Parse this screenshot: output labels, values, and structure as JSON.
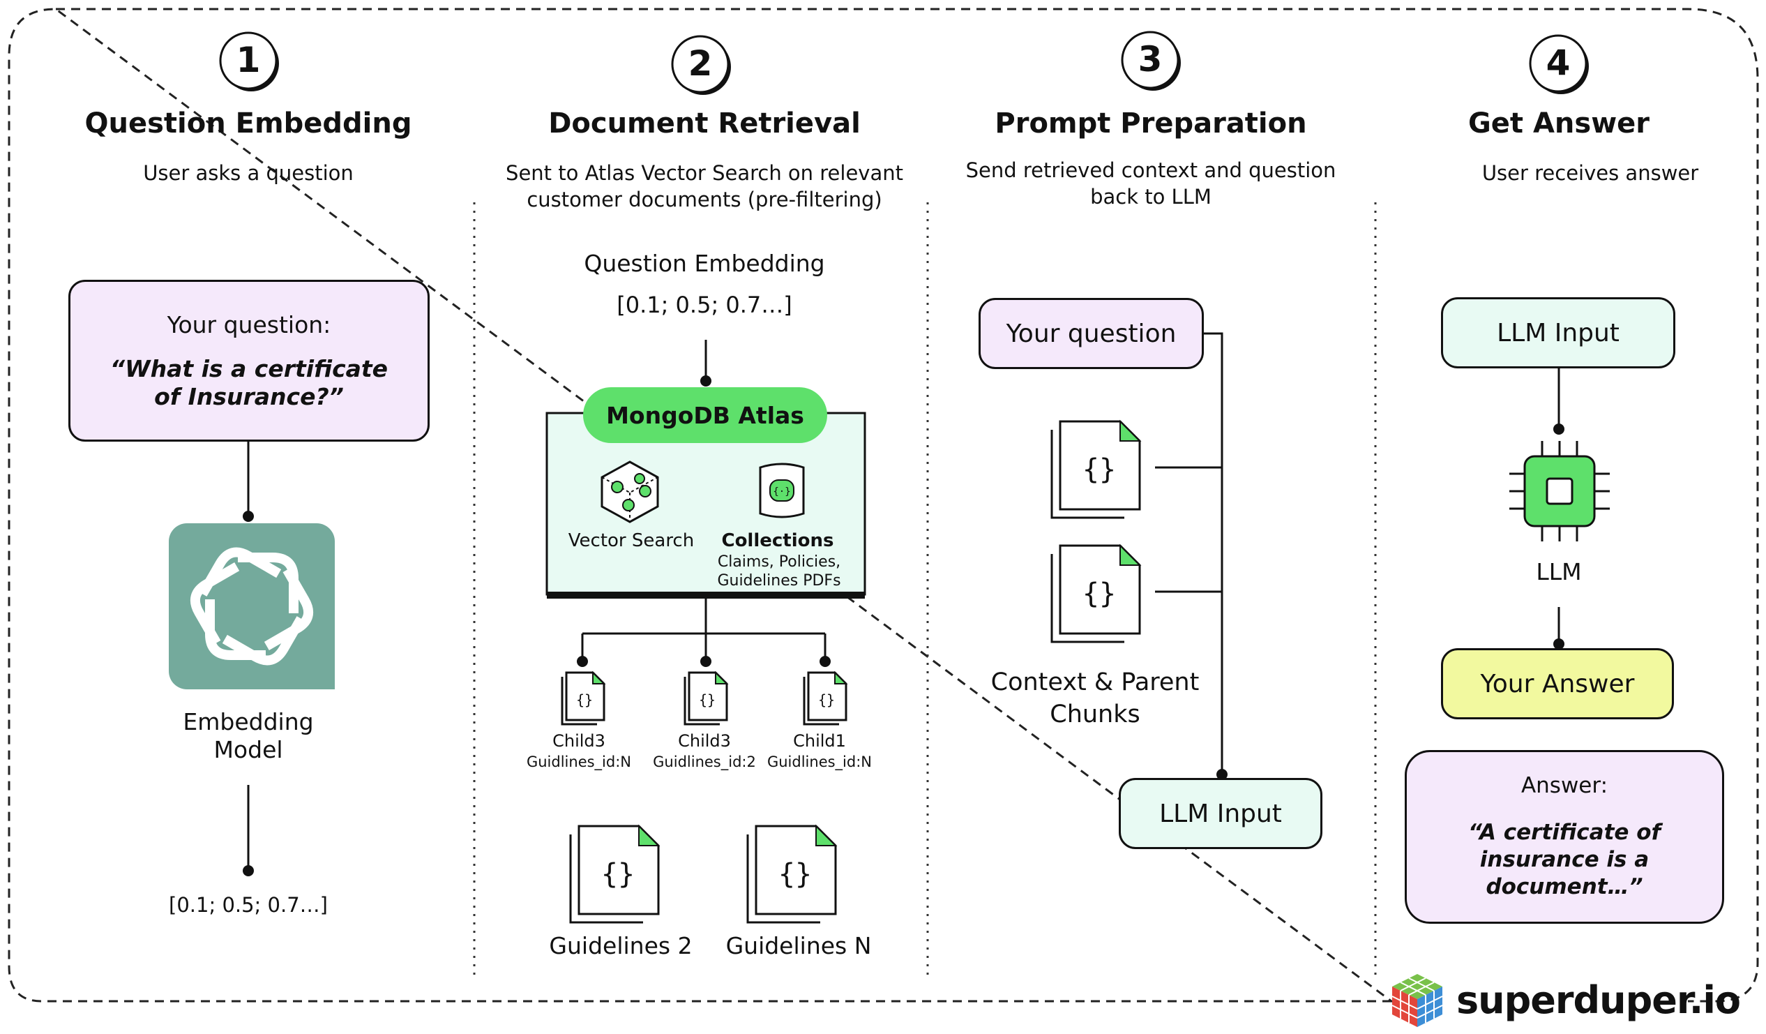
{
  "steps": [
    {
      "number": "1",
      "title": "Question Embedding",
      "subtitle": "User asks a question"
    },
    {
      "number": "2",
      "title": "Document Retrieval",
      "subtitle": "Sent to Atlas Vector Search on relevant customer documents (pre-filtering)"
    },
    {
      "number": "3",
      "title": "Prompt Preparation",
      "subtitle": "Send retrieved context and question back to LLM"
    },
    {
      "number": "4",
      "title": "Get Answer",
      "subtitle": "User receives answer"
    }
  ],
  "step1": {
    "question_label": "Your question:",
    "question_text": "“What is a certificate of Insurance?”",
    "model_label": "Embedding Model",
    "vector": "[0.1; 0.5; 0.7…]"
  },
  "step2": {
    "embed_label": "Question Embedding",
    "embed_vector": "[0.1; 0.5; 0.7…]",
    "atlas_label": "MongoDB Atlas",
    "vector_search": "Vector Search",
    "collections_title": "Collections",
    "collections_sub": "Claims, Policies, Guidelines PDFs",
    "children": [
      {
        "name": "Child3",
        "id": "Guidlines_id:N"
      },
      {
        "name": "Child3",
        "id": "Guidlines_id:2"
      },
      {
        "name": "Child1",
        "id": "Guidlines_id:N"
      }
    ],
    "guidelines": [
      "Guidelines 2",
      "Guidelines N"
    ]
  },
  "step3": {
    "your_question": "Your question",
    "context_label": "Context & Parent Chunks",
    "llm_input": "LLM Input",
    "doc_glyph": "{ }"
  },
  "step4": {
    "llm_input": "LLM Input",
    "llm_label": "LLM",
    "your_answer": "Your Answer",
    "answer_label": "Answer:",
    "answer_text": "“A certificate of insurance is a document…”"
  },
  "brand": {
    "name": "superduper.io"
  },
  "colors": {
    "lavender": "#f5e9fb",
    "mint": "#e8faf3",
    "yellow": "#f2f99f",
    "green_accent": "#5ee06b",
    "openai_teal": "#74aa9c"
  }
}
